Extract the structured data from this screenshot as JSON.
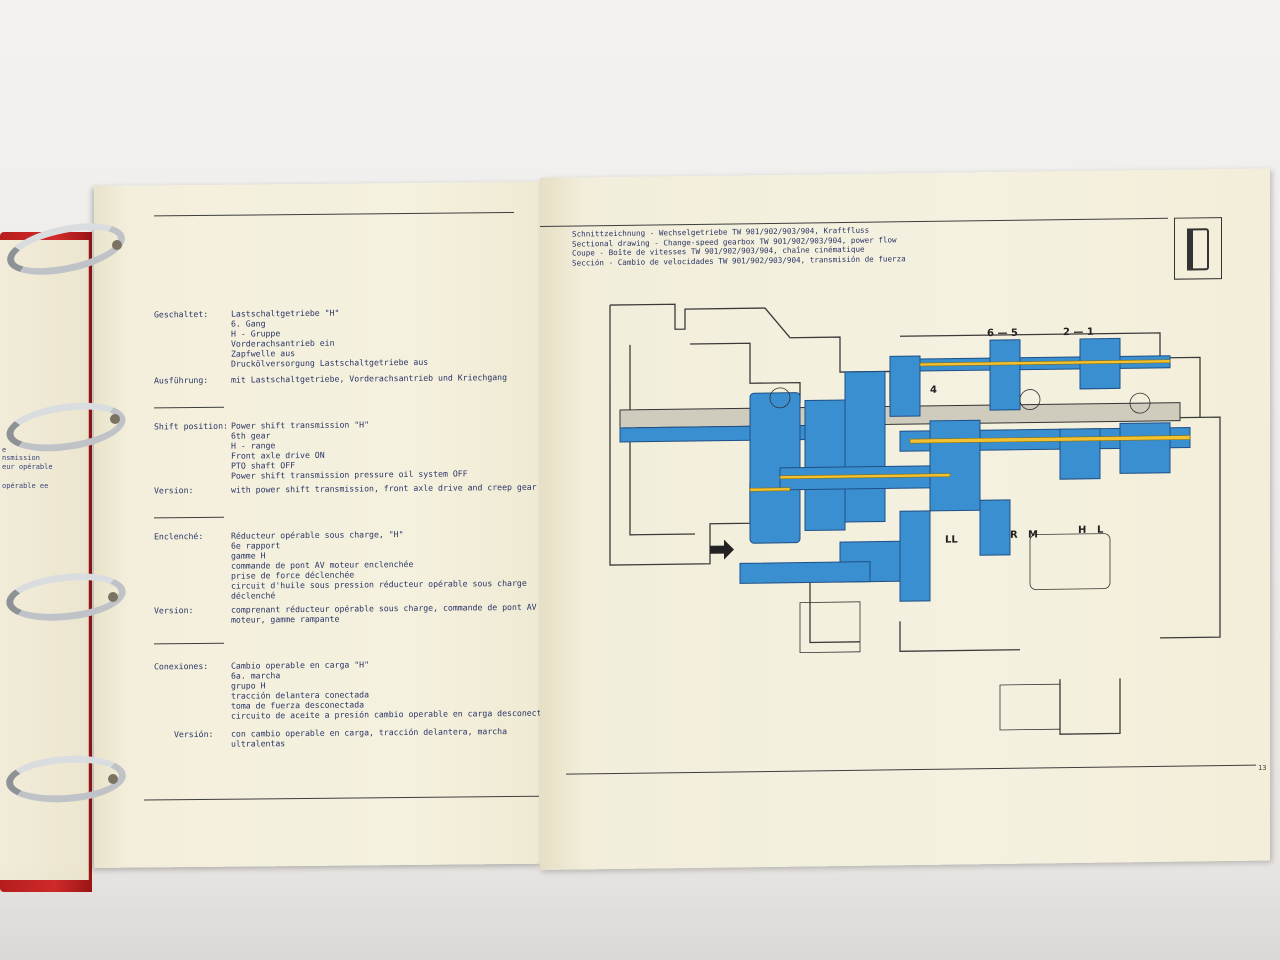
{
  "left_margin_fragments": [
    "e",
    "nsmission",
    "eur opérable",
    "opérable ee"
  ],
  "left_page": {
    "sections": [
      {
        "label": "Geschaltet:",
        "lines": [
          "Lastschaltgetriebe \"H\"",
          "6. Gang",
          "H - Gruppe",
          "Vorderachsantrieb ein",
          "Zapfwelle aus",
          "Druckölversorgung Lastschaltgetriebe aus"
        ]
      },
      {
        "label": "Ausführung:",
        "lines": [
          "mit Lastschaltgetriebe, Vorderachsantrieb und Kriechgang"
        ]
      },
      {
        "label": "Shift position:",
        "lines": [
          "Power shift transmission \"H\"",
          "6th gear",
          "H - range",
          "Front axle drive ON",
          "PTO shaft OFF",
          "Power shift transmission pressure oil system OFF"
        ]
      },
      {
        "label": "Version:",
        "lines": [
          "with power shift transmission, front axle drive and creep gear"
        ]
      },
      {
        "label": "Enclenché:",
        "lines": [
          "Réducteur opérable sous charge, \"H\"",
          "6e rapport",
          "gamme H",
          "commande de pont AV moteur enclenchée",
          "prise de force déclenchée",
          "circuit d'huile sous pression réducteur opérable sous charge",
          "déclenché"
        ]
      },
      {
        "label": "Version:",
        "lines": [
          "comprenant réducteur opérable sous charge, commande de pont AV",
          "moteur, gamme rampante"
        ]
      },
      {
        "label": "Conexiones:",
        "lines": [
          "Cambio operable en carga \"H\"",
          "6a. marcha",
          "grupo H",
          "tracción delantera conectada",
          "toma de fuerza desconectada",
          "circuito de aceite a presión cambio operable en carga desconectado"
        ]
      },
      {
        "label": "Versión:",
        "lines": [
          "con cambio operable en carga, tracción delantera, marcha",
          "ultralentas"
        ]
      }
    ]
  },
  "right_page": {
    "captions": [
      "Schnittzeichnung - Wechselgetriebe TW 901/902/903/904, Kraftfluss",
      "Sectional drawing - Change-speed gearbox TW 901/902/903/904, power flow",
      "Coupe - Boîte de vitesses TW 901/902/903/904, chaîne cinématique",
      "Sección - Cambio de velocidades TW 901/902/903/904, transmisión de fuerza"
    ],
    "diagram_labels": {
      "top_a": "6 — 5",
      "top_b": "2 — 1",
      "gear4": "4",
      "ll": "LL",
      "r": "R",
      "m": "M",
      "h": "H",
      "l": "L"
    },
    "page_number": "13"
  },
  "colors": {
    "power_flow": "#3a8fd0",
    "power_flow_dark": "#1f6bb0",
    "highlight": "#f2c230",
    "paper": "#f4f0de",
    "ink": "#2a3565"
  }
}
